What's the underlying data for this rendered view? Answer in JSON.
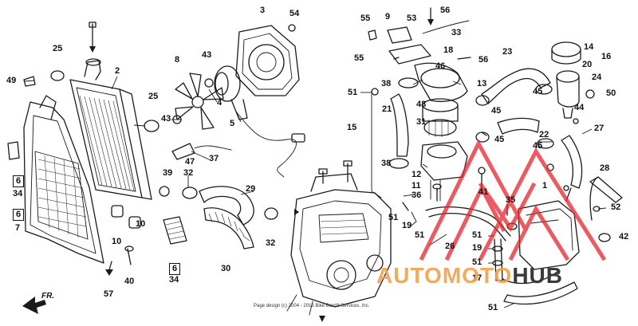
{
  "callouts": [
    {
      "id": "c49",
      "text": "49",
      "boxed": false
    },
    {
      "id": "c25a",
      "text": "25",
      "boxed": false
    },
    {
      "id": "c2",
      "text": "2",
      "boxed": false
    },
    {
      "id": "c6a",
      "text": "6",
      "boxed": true
    },
    {
      "id": "c34a",
      "text": "34",
      "boxed": false
    },
    {
      "id": "c6b",
      "text": "6",
      "boxed": true
    },
    {
      "id": "c7",
      "text": "7",
      "boxed": false
    },
    {
      "id": "c8",
      "text": "8",
      "boxed": false
    },
    {
      "id": "c43a",
      "text": "43",
      "boxed": false
    },
    {
      "id": "c25b",
      "text": "25",
      "boxed": false
    },
    {
      "id": "c43b",
      "text": "43",
      "boxed": false
    },
    {
      "id": "c4",
      "text": "4",
      "boxed": false
    },
    {
      "id": "c5",
      "text": "5",
      "boxed": false
    },
    {
      "id": "c3",
      "text": "3",
      "boxed": false
    },
    {
      "id": "c54",
      "text": "54",
      "boxed": false
    },
    {
      "id": "c37",
      "text": "37",
      "boxed": false
    },
    {
      "id": "c47",
      "text": "47",
      "boxed": false
    },
    {
      "id": "c39",
      "text": "39",
      "boxed": false
    },
    {
      "id": "c32a",
      "text": "32",
      "boxed": false
    },
    {
      "id": "c29",
      "text": "29",
      "boxed": false
    },
    {
      "id": "c10a",
      "text": "10",
      "boxed": false
    },
    {
      "id": "c10b",
      "text": "10",
      "boxed": false
    },
    {
      "id": "c6c",
      "text": "6",
      "boxed": true
    },
    {
      "id": "c34b",
      "text": "34",
      "boxed": false
    },
    {
      "id": "c30",
      "text": "30",
      "boxed": false
    },
    {
      "id": "c32b",
      "text": "32",
      "boxed": false
    },
    {
      "id": "c57",
      "text": "57",
      "boxed": false
    },
    {
      "id": "c40",
      "text": "40",
      "boxed": false
    },
    {
      "id": "c55a",
      "text": "55",
      "boxed": false
    },
    {
      "id": "c9",
      "text": "9",
      "boxed": false
    },
    {
      "id": "c53",
      "text": "53",
      "boxed": false
    },
    {
      "id": "c56a",
      "text": "56",
      "boxed": false
    },
    {
      "id": "c33",
      "text": "33",
      "boxed": false
    },
    {
      "id": "c55b",
      "text": "55",
      "boxed": false
    },
    {
      "id": "c18",
      "text": "18",
      "boxed": false
    },
    {
      "id": "c46",
      "text": "46",
      "boxed": false
    },
    {
      "id": "c56b",
      "text": "56",
      "boxed": false
    },
    {
      "id": "c38a",
      "text": "38",
      "boxed": false
    },
    {
      "id": "c13",
      "text": "13",
      "boxed": false
    },
    {
      "id": "c51a",
      "text": "51",
      "boxed": false
    },
    {
      "id": "c48",
      "text": "48",
      "boxed": false
    },
    {
      "id": "c21",
      "text": "21",
      "boxed": false
    },
    {
      "id": "c15",
      "text": "15",
      "boxed": false
    },
    {
      "id": "c31",
      "text": "31",
      "boxed": false
    },
    {
      "id": "c38b",
      "text": "38",
      "boxed": false
    },
    {
      "id": "c12",
      "text": "12",
      "boxed": false
    },
    {
      "id": "c11",
      "text": "11",
      "boxed": false
    },
    {
      "id": "c36",
      "text": "36",
      "boxed": false
    },
    {
      "id": "c51b",
      "text": "51",
      "boxed": false
    },
    {
      "id": "c19a",
      "text": "19",
      "boxed": false
    },
    {
      "id": "c51c",
      "text": "51",
      "boxed": false
    },
    {
      "id": "c26",
      "text": "26",
      "boxed": false
    },
    {
      "id": "c23",
      "text": "23",
      "boxed": false
    },
    {
      "id": "c45a",
      "text": "45",
      "boxed": false
    },
    {
      "id": "c45b",
      "text": "45",
      "boxed": false
    },
    {
      "id": "c45c",
      "text": "45",
      "boxed": false
    },
    {
      "id": "c22",
      "text": "22",
      "boxed": false
    },
    {
      "id": "c45d",
      "text": "45",
      "boxed": false
    },
    {
      "id": "c41",
      "text": "41",
      "boxed": false
    },
    {
      "id": "c35",
      "text": "35",
      "boxed": false
    },
    {
      "id": "c51d",
      "text": "51",
      "boxed": false
    },
    {
      "id": "c19b",
      "text": "19",
      "boxed": false
    },
    {
      "id": "c51e",
      "text": "51",
      "boxed": false
    },
    {
      "id": "c17",
      "text": "17",
      "boxed": false
    },
    {
      "id": "c51f",
      "text": "51",
      "boxed": false
    },
    {
      "id": "c14",
      "text": "14",
      "boxed": false
    },
    {
      "id": "c16",
      "text": "16",
      "boxed": false
    },
    {
      "id": "c20",
      "text": "20",
      "boxed": false
    },
    {
      "id": "c24",
      "text": "24",
      "boxed": false
    },
    {
      "id": "c44",
      "text": "44",
      "boxed": false
    },
    {
      "id": "c50",
      "text": "50",
      "boxed": false
    },
    {
      "id": "c27",
      "text": "27",
      "boxed": false
    },
    {
      "id": "c28",
      "text": "28",
      "boxed": false
    },
    {
      "id": "c1",
      "text": "1",
      "boxed": false
    },
    {
      "id": "c52",
      "text": "52",
      "boxed": false
    },
    {
      "id": "c42",
      "text": "42",
      "boxed": false
    }
  ],
  "direction_marker": "FR.",
  "copyright": "Page design (c) 2004 - 2016 Bike Bandit Services, Inc.",
  "watermark": {
    "part1": "AUTO",
    "part2": "MOTO",
    "part3": "HUB",
    "colors": {
      "orange": "#f5a04a",
      "red": "#e8242b",
      "dark": "#3a3a3a"
    }
  }
}
